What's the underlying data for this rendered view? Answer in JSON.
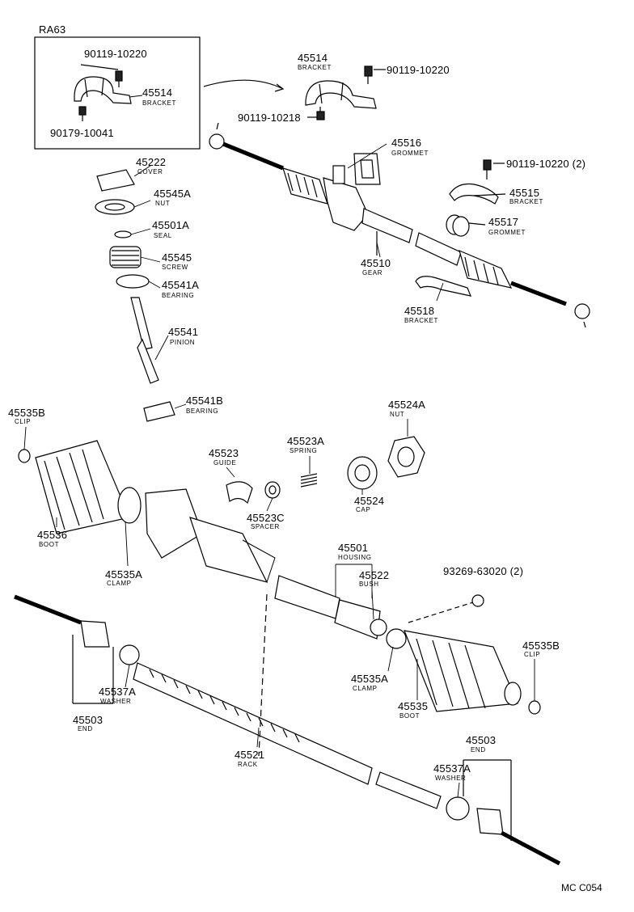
{
  "inset": {
    "title": "RA63"
  },
  "code": "MC C054",
  "parts": [
    {
      "num": "90119-10220",
      "name": ""
    },
    {
      "num": "45514",
      "name": "BRACKET"
    },
    {
      "num": "90179-10041",
      "name": ""
    },
    {
      "num": "45514",
      "name": "BRACKET"
    },
    {
      "num": "90119-10220",
      "name": ""
    },
    {
      "num": "90119-10218",
      "name": ""
    },
    {
      "num": "45516",
      "name": "GROMMET"
    },
    {
      "num": "90119-10220 (2)",
      "name": ""
    },
    {
      "num": "45515",
      "name": "BRACKET"
    },
    {
      "num": "45517",
      "name": "GROMMET"
    },
    {
      "num": "45510",
      "name": "GEAR"
    },
    {
      "num": "45518",
      "name": "BRACKET"
    },
    {
      "num": "45222",
      "name": "COVER"
    },
    {
      "num": "45545A",
      "name": "NUT"
    },
    {
      "num": "45501A",
      "name": "SEAL"
    },
    {
      "num": "45545",
      "name": "SCREW"
    },
    {
      "num": "45541A",
      "name": "BEARING"
    },
    {
      "num": "45541",
      "name": "PINION"
    },
    {
      "num": "45541B",
      "name": "BEARING"
    },
    {
      "num": "45535B",
      "name": "CLIP"
    },
    {
      "num": "45536",
      "name": "BOOT"
    },
    {
      "num": "45535A",
      "name": "CLAMP"
    },
    {
      "num": "45523",
      "name": "GUIDE"
    },
    {
      "num": "45523A",
      "name": "SPRING"
    },
    {
      "num": "45523C",
      "name": "SPACER"
    },
    {
      "num": "45524",
      "name": "CAP"
    },
    {
      "num": "45524A",
      "name": "NUT"
    },
    {
      "num": "45501",
      "name": "HOUSING"
    },
    {
      "num": "45522",
      "name": "BUSH"
    },
    {
      "num": "93269-63020 (2)",
      "name": ""
    },
    {
      "num": "45535B",
      "name": "CLIP"
    },
    {
      "num": "45535A",
      "name": "CLAMP"
    },
    {
      "num": "45535",
      "name": "BOOT"
    },
    {
      "num": "45537A",
      "name": "WASHER"
    },
    {
      "num": "45503",
      "name": "END"
    },
    {
      "num": "45521",
      "name": "RACK"
    },
    {
      "num": "45503",
      "name": "END"
    },
    {
      "num": "45537A",
      "name": "WASHER"
    }
  ]
}
